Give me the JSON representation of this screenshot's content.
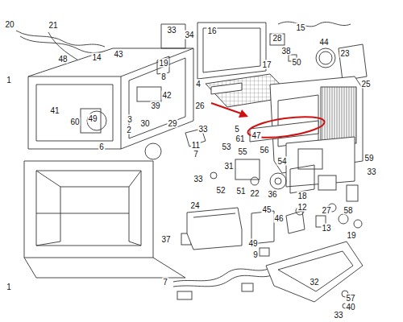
{
  "diagram": {
    "labels": [
      "20",
      "21",
      "48",
      "14",
      "43",
      "33",
      "34",
      "19",
      "8",
      "16",
      "15",
      "28",
      "38",
      "44",
      "17",
      "50",
      "23",
      "1",
      "42",
      "39",
      "4",
      "26",
      "25",
      "41",
      "49",
      "3",
      "60",
      "2",
      "30",
      "29",
      "33",
      "6",
      "5",
      "61",
      "47",
      "11",
      "7",
      "53",
      "55",
      "56",
      "54",
      "59",
      "33",
      "31",
      "33",
      "52",
      "51",
      "22",
      "36",
      "18",
      "12",
      "27",
      "58",
      "24",
      "45",
      "46",
      "13",
      "19",
      "37",
      "49",
      "9",
      "1",
      "7",
      "32",
      "57",
      "40",
      "33"
    ]
  }
}
